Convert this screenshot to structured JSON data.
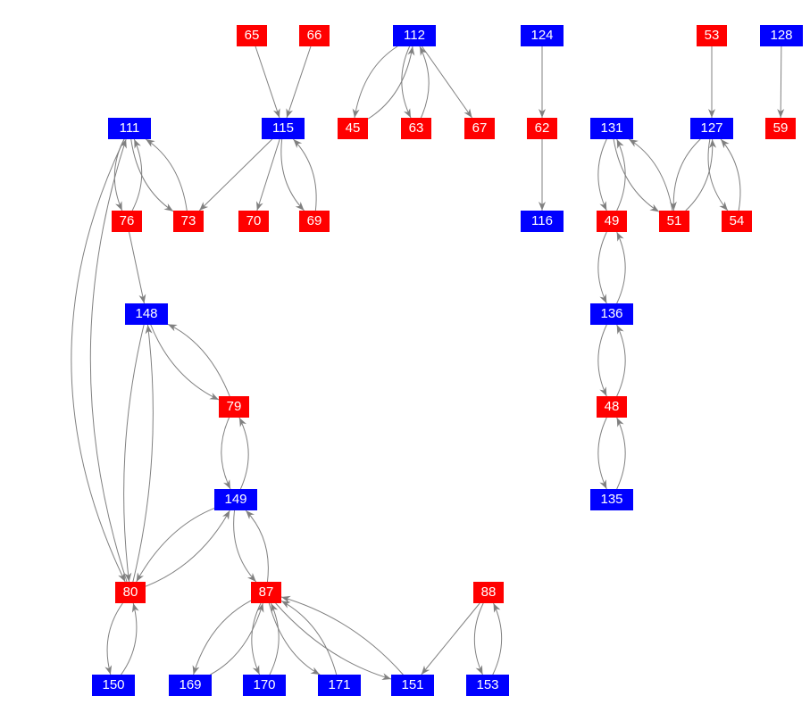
{
  "colors": {
    "blue": "#0000ff",
    "red": "#ff0000",
    "edge": "#808080"
  },
  "nodes": [
    {
      "id": "65",
      "color": "red"
    },
    {
      "id": "66",
      "color": "red"
    },
    {
      "id": "112",
      "color": "blue"
    },
    {
      "id": "124",
      "color": "blue"
    },
    {
      "id": "53",
      "color": "red"
    },
    {
      "id": "128",
      "color": "blue"
    },
    {
      "id": "111",
      "color": "blue"
    },
    {
      "id": "115",
      "color": "blue"
    },
    {
      "id": "45",
      "color": "red"
    },
    {
      "id": "63",
      "color": "red"
    },
    {
      "id": "67",
      "color": "red"
    },
    {
      "id": "62",
      "color": "red"
    },
    {
      "id": "131",
      "color": "blue"
    },
    {
      "id": "127",
      "color": "blue"
    },
    {
      "id": "59",
      "color": "red"
    },
    {
      "id": "76",
      "color": "red"
    },
    {
      "id": "73",
      "color": "red"
    },
    {
      "id": "70",
      "color": "red"
    },
    {
      "id": "69",
      "color": "red"
    },
    {
      "id": "116",
      "color": "blue"
    },
    {
      "id": "49",
      "color": "red"
    },
    {
      "id": "51",
      "color": "red"
    },
    {
      "id": "54",
      "color": "red"
    },
    {
      "id": "148",
      "color": "blue"
    },
    {
      "id": "136",
      "color": "blue"
    },
    {
      "id": "79",
      "color": "red"
    },
    {
      "id": "48",
      "color": "red"
    },
    {
      "id": "149",
      "color": "blue"
    },
    {
      "id": "135",
      "color": "blue"
    },
    {
      "id": "80",
      "color": "red"
    },
    {
      "id": "87",
      "color": "red"
    },
    {
      "id": "88",
      "color": "red"
    },
    {
      "id": "150",
      "color": "blue"
    },
    {
      "id": "169",
      "color": "blue"
    },
    {
      "id": "170",
      "color": "blue"
    },
    {
      "id": "171",
      "color": "blue"
    },
    {
      "id": "151",
      "color": "blue"
    },
    {
      "id": "153",
      "color": "blue"
    }
  ],
  "edges": [
    [
      "65",
      "115"
    ],
    [
      "66",
      "115"
    ],
    [
      "112",
      "45"
    ],
    [
      "45",
      "112"
    ],
    [
      "112",
      "63"
    ],
    [
      "63",
      "112"
    ],
    [
      "112",
      "67"
    ],
    [
      "124",
      "62"
    ],
    [
      "62",
      "116"
    ],
    [
      "53",
      "127"
    ],
    [
      "128",
      "59"
    ],
    [
      "111",
      "76"
    ],
    [
      "76",
      "111"
    ],
    [
      "111",
      "73"
    ],
    [
      "73",
      "111"
    ],
    [
      "115",
      "73"
    ],
    [
      "115",
      "70"
    ],
    [
      "115",
      "69"
    ],
    [
      "69",
      "115"
    ],
    [
      "111",
      "80"
    ],
    [
      "80",
      "111"
    ],
    [
      "76",
      "148"
    ],
    [
      "131",
      "49"
    ],
    [
      "49",
      "131"
    ],
    [
      "131",
      "51"
    ],
    [
      "51",
      "131"
    ],
    [
      "127",
      "51"
    ],
    [
      "51",
      "127"
    ],
    [
      "127",
      "54"
    ],
    [
      "54",
      "127"
    ],
    [
      "49",
      "136"
    ],
    [
      "136",
      "49"
    ],
    [
      "136",
      "48"
    ],
    [
      "48",
      "136"
    ],
    [
      "48",
      "135"
    ],
    [
      "135",
      "48"
    ],
    [
      "148",
      "79"
    ],
    [
      "79",
      "148"
    ],
    [
      "148",
      "80"
    ],
    [
      "80",
      "148"
    ],
    [
      "79",
      "149"
    ],
    [
      "149",
      "79"
    ],
    [
      "149",
      "80"
    ],
    [
      "80",
      "149"
    ],
    [
      "149",
      "87"
    ],
    [
      "87",
      "149"
    ],
    [
      "80",
      "150"
    ],
    [
      "150",
      "80"
    ],
    [
      "87",
      "169"
    ],
    [
      "169",
      "87"
    ],
    [
      "87",
      "170"
    ],
    [
      "170",
      "87"
    ],
    [
      "87",
      "171"
    ],
    [
      "171",
      "87"
    ],
    [
      "87",
      "151"
    ],
    [
      "151",
      "87"
    ],
    [
      "88",
      "151"
    ],
    [
      "88",
      "153"
    ],
    [
      "153",
      "88"
    ]
  ]
}
